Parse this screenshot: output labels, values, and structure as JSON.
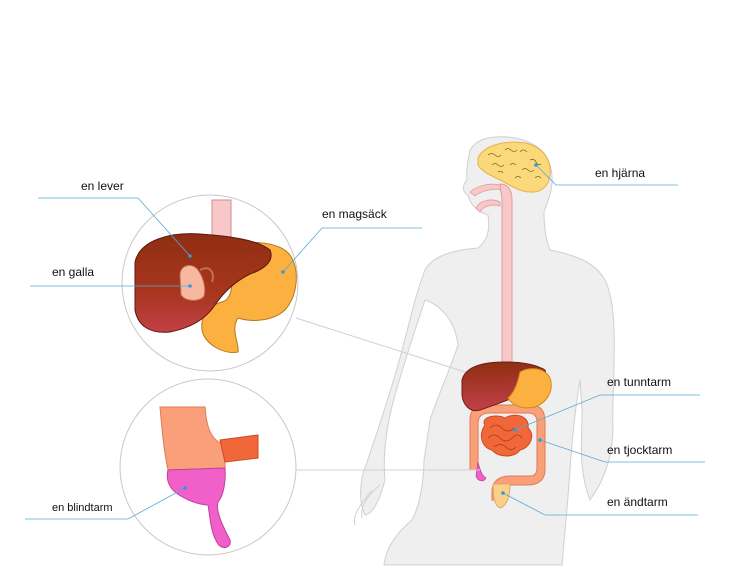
{
  "labels": {
    "brain": "en hjärna",
    "liver": "en lever",
    "gallbladder": "en galla",
    "stomach": "en magsäck",
    "small_intestine": "en tunntarm",
    "large_intestine": "en tjocktarm",
    "rectum": "en ändtarm",
    "appendix": "en blindtarm"
  },
  "colors": {
    "body": "#efefef",
    "outline": "#c8c8c8",
    "liver": "#a33a1f",
    "stomach": "#fbb040",
    "esophagus": "#f8c8c8",
    "small_intestine": "#f0673a",
    "large_intestine": "#f9a07a",
    "appendix": "#f060c8",
    "brain": "#fbd97a",
    "leader": "#55aadd"
  }
}
